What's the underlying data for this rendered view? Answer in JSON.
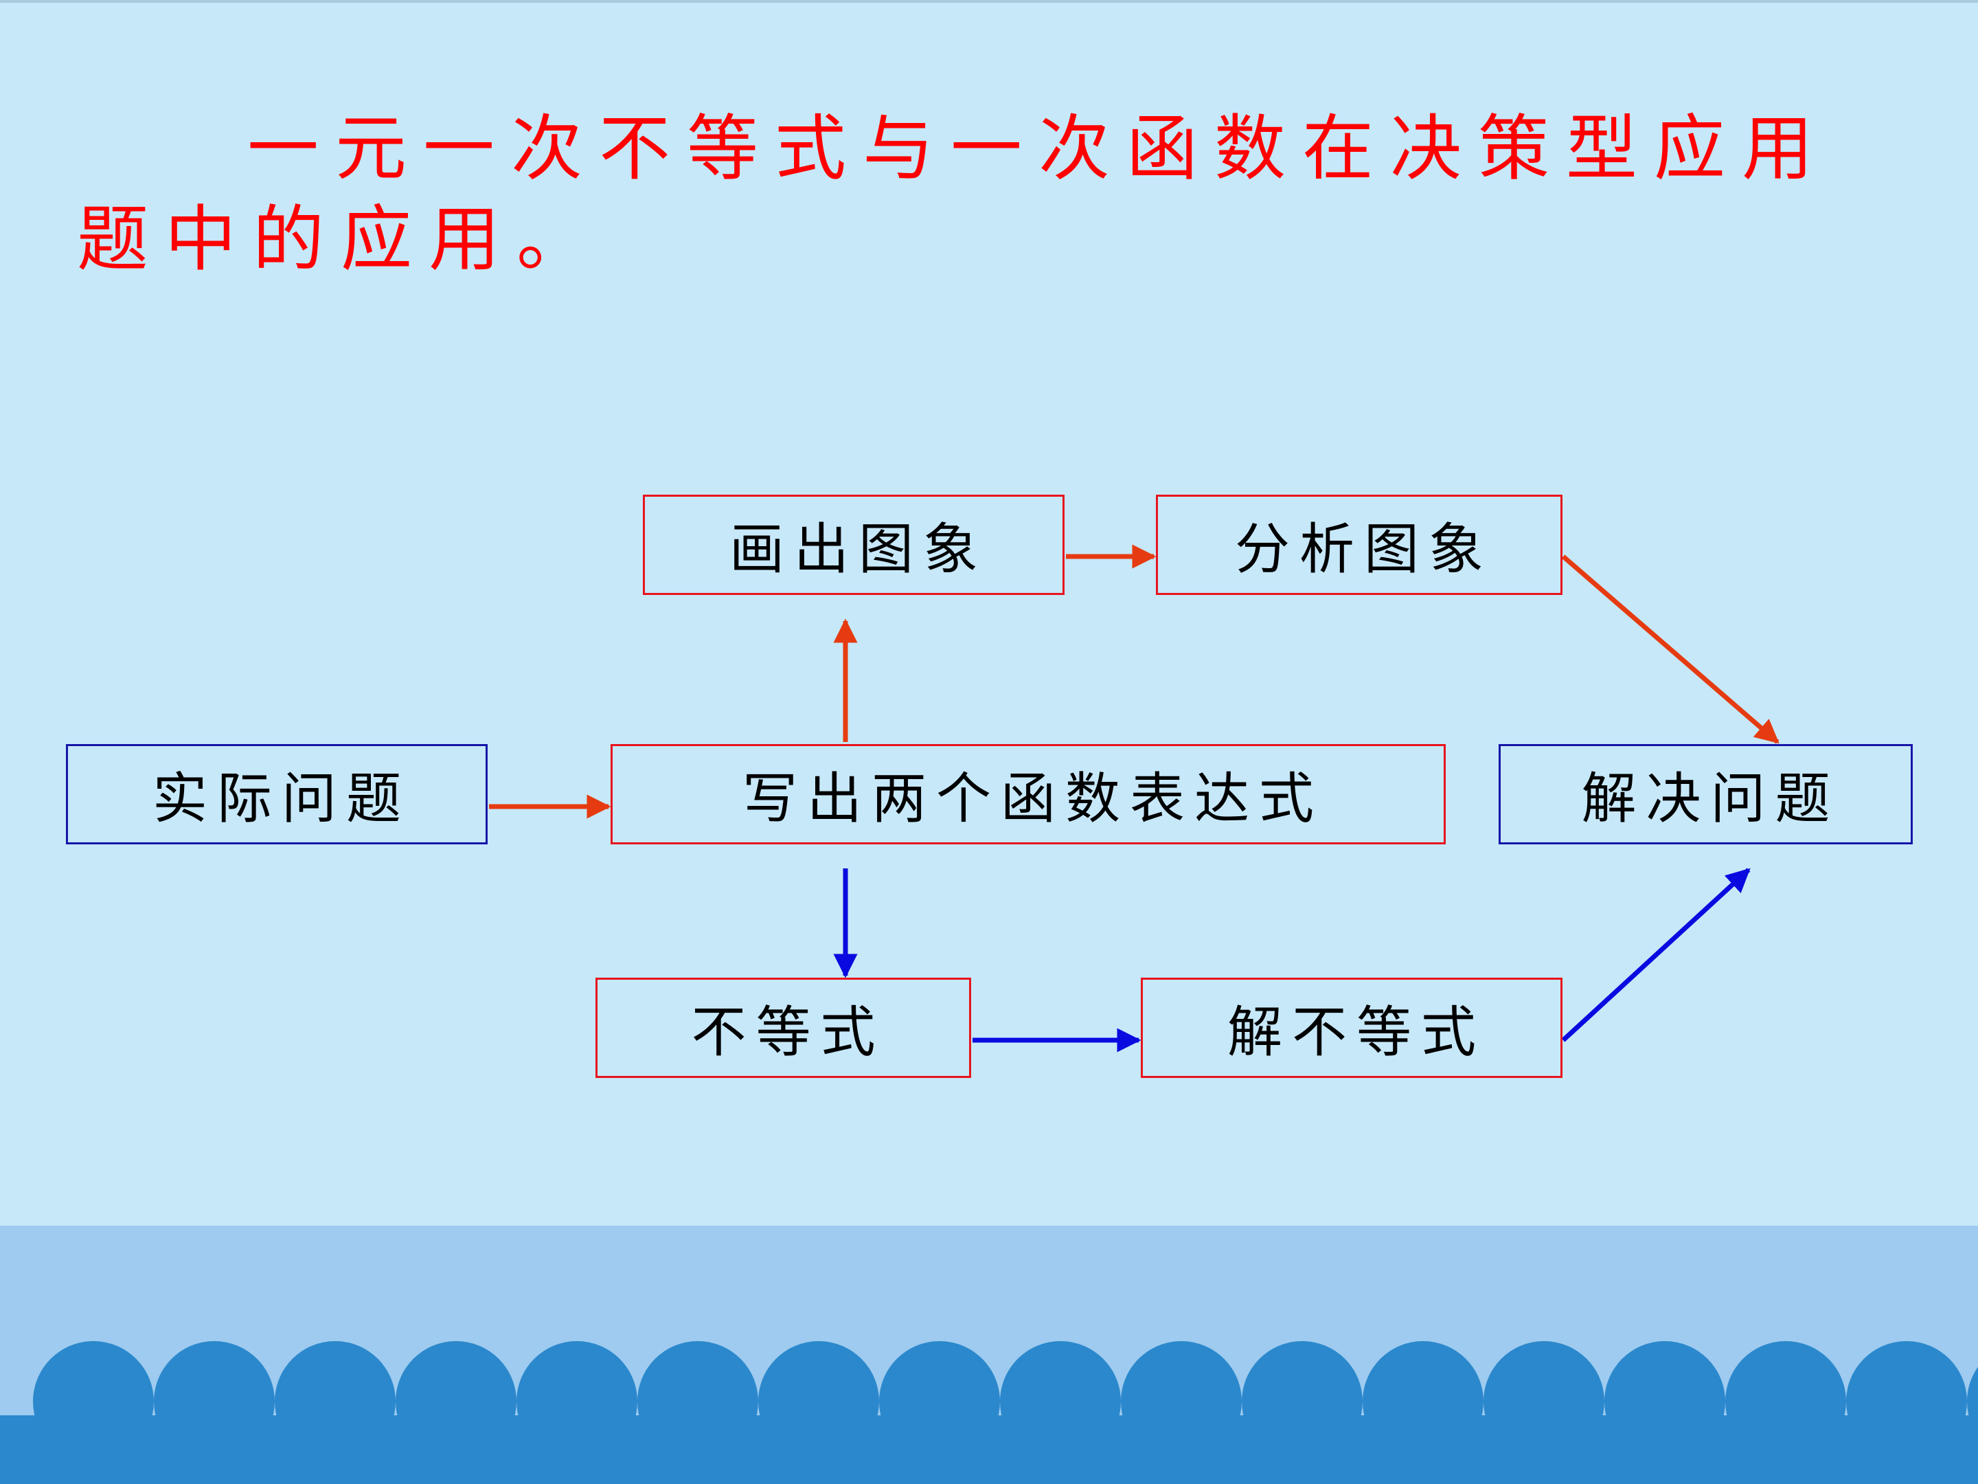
{
  "title": "一元一次不等式与一次函数在决策型应用题中的应用。",
  "diagram": {
    "nodes": {
      "draw_graph": "画出图象",
      "analyze_graph": "分析图象",
      "real_problem": "实际问题",
      "write_functions": "写出两个函数表达式",
      "solve_problem": "解决问题",
      "inequality": "不等式",
      "solve_inequality": "解不等式"
    },
    "edges": [
      {
        "from": "real_problem",
        "to": "write_functions",
        "color": "#e63b10"
      },
      {
        "from": "write_functions",
        "to": "draw_graph",
        "color": "#e63b10"
      },
      {
        "from": "draw_graph",
        "to": "analyze_graph",
        "color": "#e63b10"
      },
      {
        "from": "analyze_graph",
        "to": "solve_problem",
        "color": "#e63b10"
      },
      {
        "from": "write_functions",
        "to": "inequality",
        "color": "#0a0ae0"
      },
      {
        "from": "inequality",
        "to": "solve_inequality",
        "color": "#0a0ae0"
      },
      {
        "from": "solve_inequality",
        "to": "solve_problem",
        "color": "#0a0ae0"
      }
    ]
  },
  "colors": {
    "background": "#c7e8f9",
    "title": "#ff0000",
    "box_border_red": "#e8141e",
    "box_border_blue": "#1616a8",
    "arrow_red": "#e63b10",
    "arrow_blue": "#0a0ae0",
    "footer_band": "#9ecbef",
    "footer_scallop": "#2b88cc"
  }
}
